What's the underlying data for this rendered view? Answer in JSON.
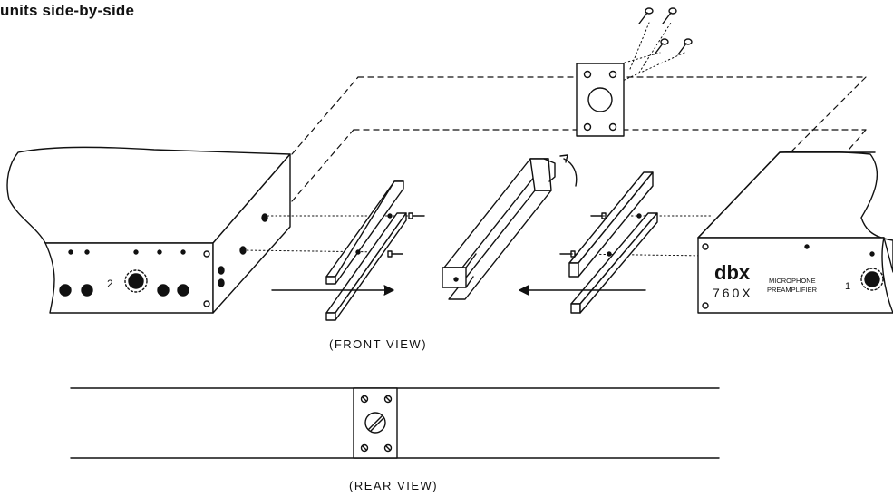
{
  "heading": "units side-by-side",
  "views": {
    "front": "(FRONT VIEW)",
    "rear": "(REAR VIEW)"
  },
  "units": {
    "left": {
      "channel_label": "2"
    },
    "right": {
      "brand": "dbx",
      "model": "760X",
      "product_line1": "MICROPHONE",
      "product_line2": "PREAMPLIFIER",
      "channel_label": "1"
    }
  }
}
